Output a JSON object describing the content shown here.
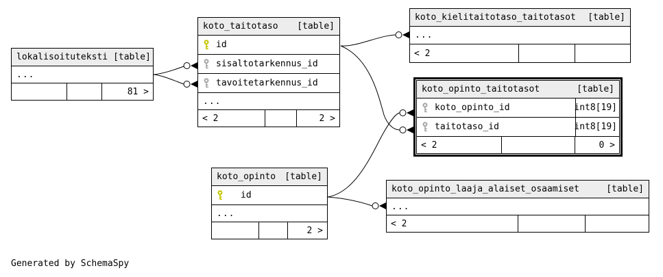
{
  "colors": {
    "header_bg": "#EDEDED",
    "primary_key": "#C6C600",
    "foreign_key": "#A8A8A8",
    "border": "#000000",
    "background": "#FFFFFF"
  },
  "footer_note": "Generated by SchemaSpy",
  "tables": {
    "lokalisoituteksti": {
      "name": "lokalisoituteksti",
      "badge": "[table]",
      "ellipsis": "...",
      "footer": {
        "right": "81 >"
      }
    },
    "koto_taitotaso": {
      "name": "koto_taitotaso",
      "badge": "[table]",
      "fields": [
        {
          "name": "id",
          "key": "primary",
          "icon": "primary-key-icon"
        },
        {
          "name": "sisaltotarkennus_id",
          "key": "foreign",
          "icon": "foreign-key-icon"
        },
        {
          "name": "tavoitetarkennus_id",
          "key": "foreign",
          "icon": "foreign-key-icon"
        }
      ],
      "ellipsis": "...",
      "footer": {
        "left": "< 2",
        "right": "2 >"
      }
    },
    "koto_kielitaitotaso_taitotasot": {
      "name": "koto_kielitaitotaso_taitotasot",
      "badge": "[table]",
      "ellipsis": "...",
      "footer": {
        "left": "< 2"
      }
    },
    "koto_opinto_taitotasot": {
      "name": "koto_opinto_taitotasot",
      "badge": "[table]",
      "highlighted": true,
      "fields": [
        {
          "name": "koto_opinto_id",
          "key": "foreign",
          "icon": "foreign-key-icon",
          "type": "int8[19]"
        },
        {
          "name": "taitotaso_id",
          "key": "foreign",
          "icon": "foreign-key-icon",
          "type": "int8[19]"
        }
      ],
      "footer": {
        "left": "< 2",
        "right": "0 >"
      }
    },
    "koto_opinto": {
      "name": "koto_opinto",
      "badge": "[table]",
      "fields": [
        {
          "name": "id",
          "key": "primary",
          "icon": "primary-key-icon"
        }
      ],
      "ellipsis": "...",
      "footer": {
        "right": "2 >"
      }
    },
    "koto_opinto_laaja_alaiset_osaamiset": {
      "name": "koto_opinto_laaja_alaiset_osaamiset",
      "badge": "[table]",
      "ellipsis": "...",
      "footer": {
        "left": "< 2"
      }
    }
  },
  "relationships": [
    {
      "a": "lokalisoituteksti",
      "b": "koto_taitotaso.sisaltotarkennus_id"
    },
    {
      "a": "lokalisoituteksti",
      "b": "koto_taitotaso.tavoitetarkennus_id"
    },
    {
      "a": "koto_taitotaso.id",
      "b": "koto_kielitaitotaso_taitotasot"
    },
    {
      "a": "koto_taitotaso.id",
      "b": "koto_opinto_taitotasot.taitotaso_id"
    },
    {
      "a": "koto_opinto.id",
      "b": "koto_opinto_taitotasot.koto_opinto_id"
    },
    {
      "a": "koto_opinto.id",
      "b": "koto_opinto_laaja_alaiset_osaamiset"
    }
  ]
}
